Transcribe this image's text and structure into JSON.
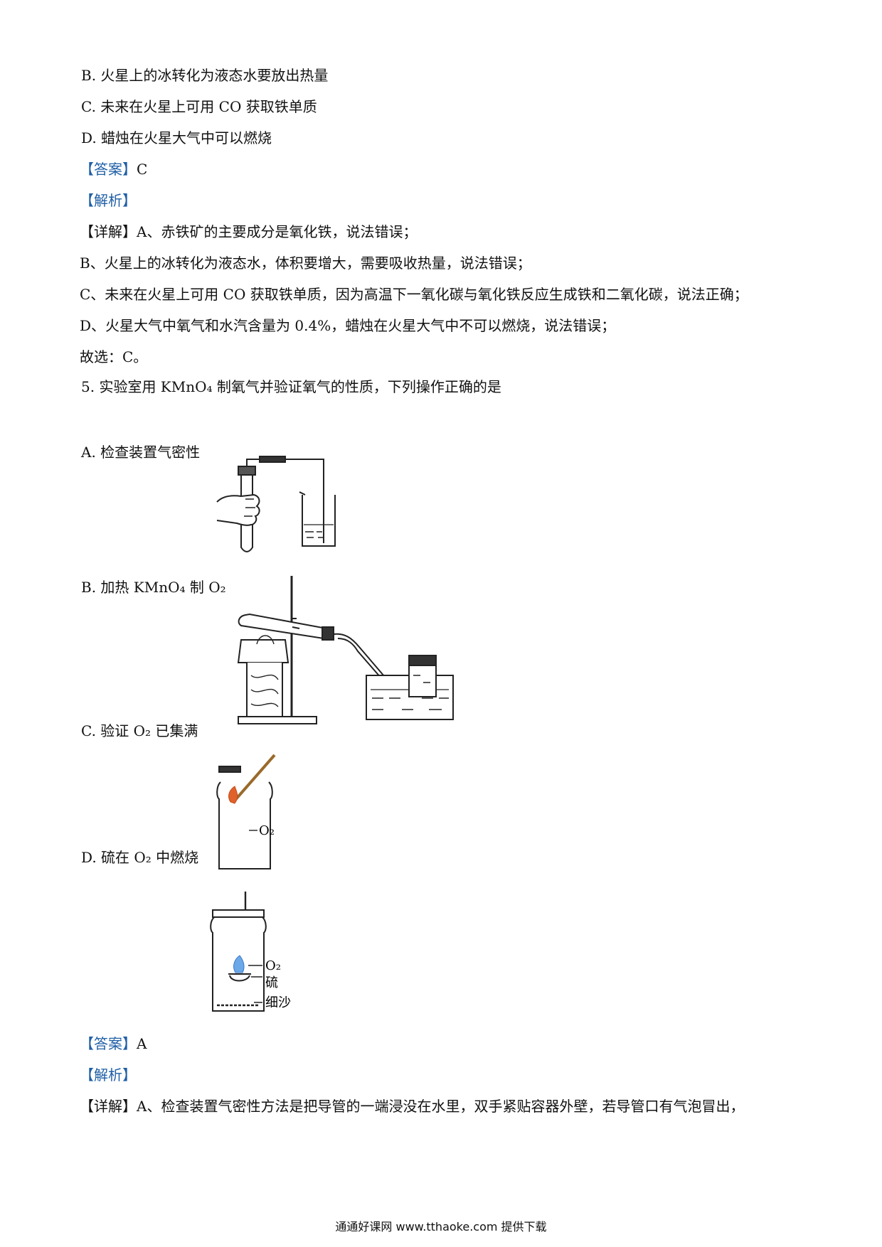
{
  "q4": {
    "optB": "B.  火星上的冰转化为液态水要放出热量",
    "optC": "C.  未来在火星上可用 CO 获取铁单质",
    "optD": "D.  蜡烛在火星大气中可以燃烧",
    "answer_tag": "【答案】",
    "answer_value": "C",
    "analysis_tag": "【解析】",
    "detail_tag": "【详解】",
    "detail_A": "A、赤铁矿的主要成分是氧化铁，说法错误；",
    "detail_B": "B、火星上的冰转化为液态水，体积要增大，需要吸收热量，说法错误；",
    "detail_C": "C、未来在火星上可用 CO 获取铁单质，因为高温下一氧化碳与氧化铁反应生成铁和二氧化碳，说法正确；",
    "detail_D": "D、火星大气中氧气和水汽含量为 0.4%，蜡烛在火星大气中不可以燃烧，说法错误；",
    "conclusion": "故选：C。"
  },
  "q5": {
    "stem": "5.  实验室用 KMnO₄ 制氧气并验证氧气的性质，下列操作正确的是",
    "optA": "A.  检查装置气密性",
    "optB": "B.  加热 KMnO₄ 制 O₂",
    "optC": "C.  验证 O₂ 已集满",
    "optD": "D.  硫在 O₂ 中燃烧",
    "figC_label": "O₂",
    "figD_label_o2": "O₂",
    "figD_label_sulfur": "硫",
    "figD_label_sand": "细沙",
    "answer_tag": "【答案】",
    "answer_value": "A",
    "analysis_tag": "【解析】",
    "detail_tag": "【详解】",
    "detail_A": "A、检查装置气密性方法是把导管的一端浸没在水里，双手紧贴容器外壁，若导管口有气泡冒出，"
  },
  "footer": "通通好课网  www.tthaoke.com  提供下载"
}
